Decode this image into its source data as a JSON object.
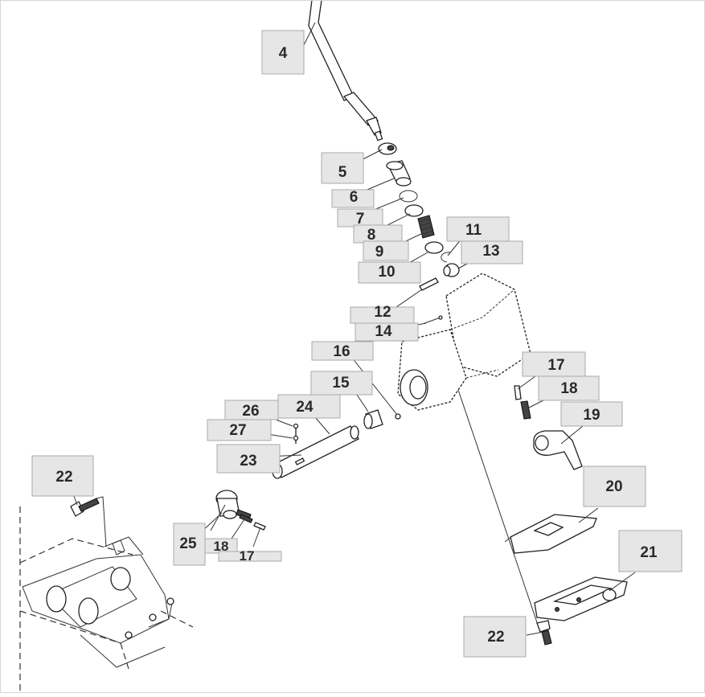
{
  "callouts": [
    {
      "id": "c4",
      "label": "4"
    },
    {
      "id": "c5",
      "label": "5"
    },
    {
      "id": "c6",
      "label": "6"
    },
    {
      "id": "c7",
      "label": "7"
    },
    {
      "id": "c8",
      "label": "8"
    },
    {
      "id": "c9",
      "label": "9"
    },
    {
      "id": "c10",
      "label": "10"
    },
    {
      "id": "c11",
      "label": "11"
    },
    {
      "id": "c13",
      "label": "13"
    },
    {
      "id": "c12",
      "label": "12"
    },
    {
      "id": "c14",
      "label": "14"
    },
    {
      "id": "c16",
      "label": "16"
    },
    {
      "id": "c15",
      "label": "15"
    },
    {
      "id": "c17a",
      "label": "17"
    },
    {
      "id": "c18a",
      "label": "18"
    },
    {
      "id": "c19",
      "label": "19"
    },
    {
      "id": "c26",
      "label": "26"
    },
    {
      "id": "c24",
      "label": "24"
    },
    {
      "id": "c27",
      "label": "27"
    },
    {
      "id": "c23",
      "label": "23"
    },
    {
      "id": "c22a",
      "label": "22"
    },
    {
      "id": "c20",
      "label": "20"
    },
    {
      "id": "c25",
      "label": "25"
    },
    {
      "id": "c18b",
      "label": "18"
    },
    {
      "id": "c17b",
      "label": "17"
    },
    {
      "id": "c21",
      "label": "21"
    },
    {
      "id": "c22b",
      "label": "22"
    }
  ]
}
